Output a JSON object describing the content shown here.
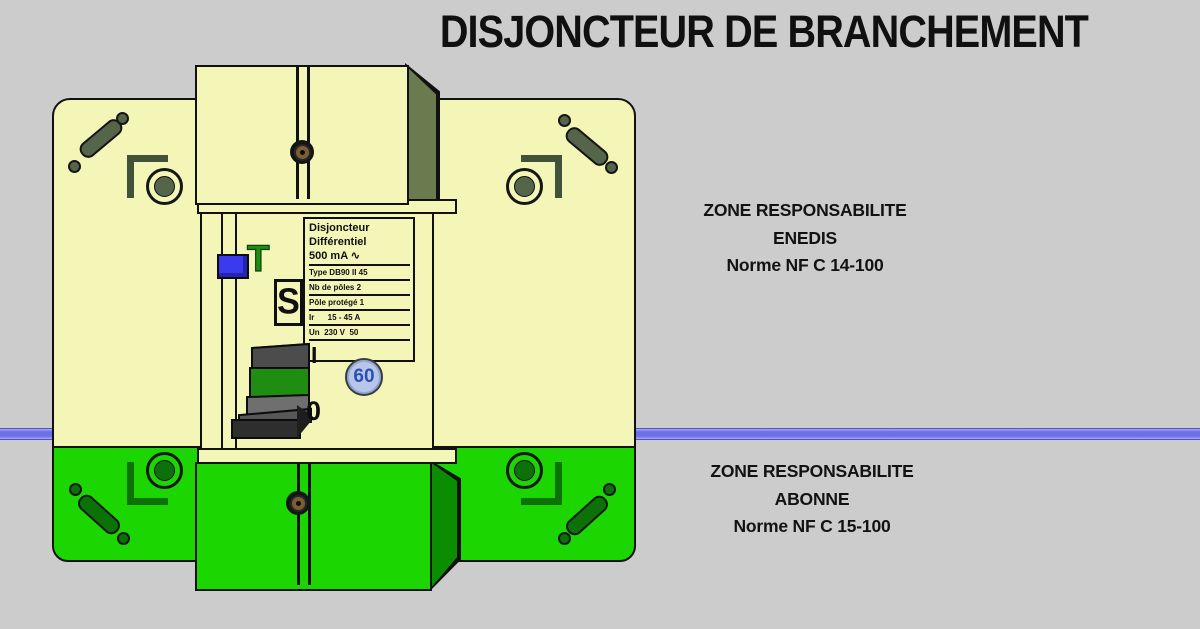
{
  "title": "DISJONCTEUR DE BRANCHEMENT",
  "zones": {
    "enedis": {
      "line1": "ZONE RESPONSABILITE",
      "line2": "ENEDIS",
      "line3": "Norme NF C 14-100"
    },
    "abonne": {
      "line1": "ZONE RESPONSABILITE",
      "line2": "ABONNE",
      "line3": "Norme NF C 15-100"
    }
  },
  "breaker": {
    "test_letter": "T",
    "selective_marker": "S",
    "rating_badge": "60",
    "switch": {
      "on_label": "I",
      "off_label": "0"
    },
    "label": {
      "line1": "Disjoncteur",
      "line2": "Différentiel",
      "line3": "500 mA  ∿",
      "line4": "Type DB90 II 45",
      "line5": "Nb de pôles 2",
      "line6": "Pôle protégé 1",
      "line7": "Ir      15 - 45 A",
      "line8": "Un  230 V  50"
    }
  },
  "colors": {
    "bg": "#cccccc",
    "cream": "#f3f6b6",
    "green": "#1bd600",
    "deco-green": "#0c7208",
    "olive": "#55654a",
    "olive-dark": "#42513a",
    "side-olive": "#6b7b50",
    "side-green": "#0a8e00",
    "blue-line": "#6e70e6",
    "btn-blue": "#3a3aee",
    "switch-green": "#1f8c12",
    "badge-bg": "#b8c7e7",
    "badge-text": "#2b50b4"
  }
}
